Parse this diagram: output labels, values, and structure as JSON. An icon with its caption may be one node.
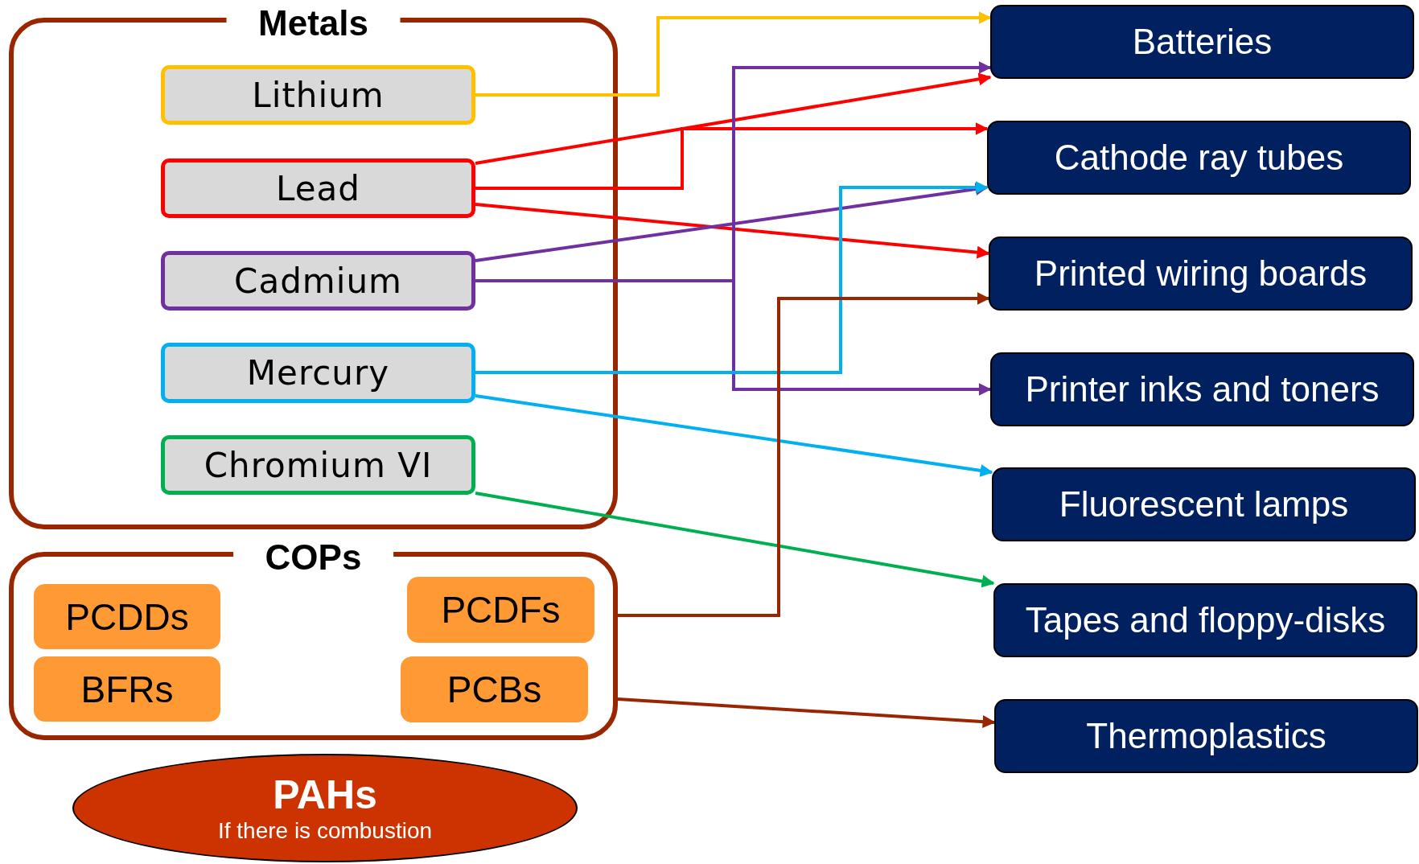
{
  "diagram": {
    "nodes": [
      {
        "text": [
          "Metals"
        ]
      },
      {
        "text": [
          "Lithium"
        ],
        "in": 0
      },
      {
        "text": [
          "Lead"
        ],
        "in": 0
      },
      {
        "text": [
          "Cadmium"
        ],
        "in": 0
      },
      {
        "text": [
          "Mercury"
        ],
        "in": 0
      },
      {
        "text": [
          "Chromium VI"
        ],
        "in": 0
      },
      {
        "text": [
          "COPs"
        ]
      },
      {
        "text": [
          "PCDDs"
        ],
        "in": 6
      },
      {
        "text": [
          "PCDFs"
        ],
        "in": 6
      },
      {
        "text": [
          "BFRs"
        ],
        "in": 6
      },
      {
        "text": [
          "PCBs"
        ],
        "in": 6
      },
      {
        "text": [
          "PAHs",
          "If there is combustion"
        ]
      },
      {
        "text": [
          "Batteries"
        ]
      },
      {
        "text": [
          "Cathode ray tubes"
        ]
      },
      {
        "text": [
          "Printed wiring boards"
        ]
      },
      {
        "text": [
          "Printer inks and toners"
        ]
      },
      {
        "text": [
          "Fluorescent lamps"
        ]
      },
      {
        "text": [
          "Tapes and floppy-disks"
        ]
      },
      {
        "text": [
          "Thermoplastics"
        ]
      }
    ],
    "edges": [
      {
        "from": 1,
        "to": 12,
        "arrow": "to",
        "color": "#ffc000"
      },
      {
        "from": 2,
        "to": 12,
        "arrow": "to",
        "color": "#ff0000"
      },
      {
        "from": 2,
        "to": 13,
        "arrow": "to",
        "color": "#ff0000"
      },
      {
        "from": 2,
        "to": 14,
        "arrow": "to",
        "color": "#ff0000"
      },
      {
        "from": 3,
        "to": 12,
        "arrow": "to",
        "color": "#7030a0"
      },
      {
        "from": 3,
        "to": 13,
        "arrow": "to",
        "color": "#7030a0"
      },
      {
        "from": 3,
        "to": 15,
        "arrow": "to",
        "color": "#7030a0"
      },
      {
        "from": 4,
        "to": 13,
        "arrow": "to",
        "color": "#00b0f0"
      },
      {
        "from": 4,
        "to": 16,
        "arrow": "to",
        "color": "#00b0f0"
      },
      {
        "from": 5,
        "to": 17,
        "arrow": "to",
        "color": "#00b050"
      },
      {
        "from": 6,
        "to": 14,
        "arrow": "to",
        "color": "#992600"
      },
      {
        "from": 6,
        "to": 18,
        "arrow": "to",
        "color": "#992600"
      }
    ]
  }
}
